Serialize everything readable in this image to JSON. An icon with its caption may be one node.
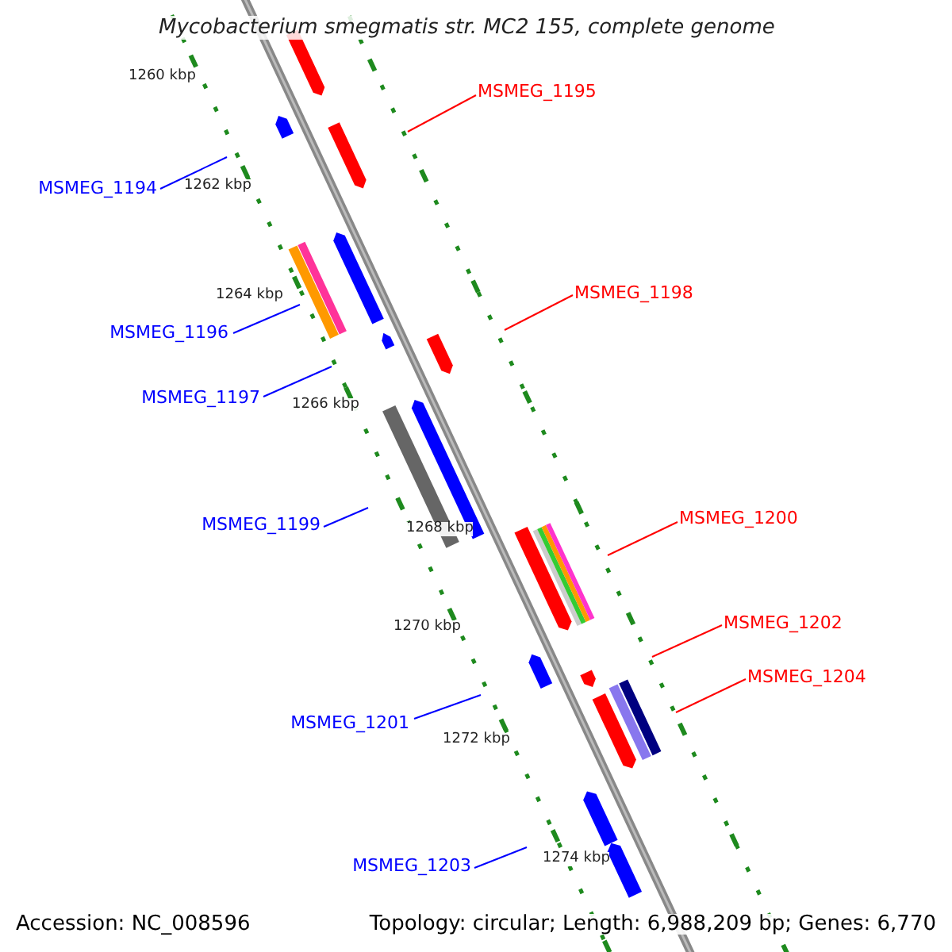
{
  "diagram": {
    "title": "Mycobacterium smegmatis str. MC2 155, complete genome",
    "nodes": [
      {
        "text": [
          "MSMEG_1195"
        ]
      },
      {
        "text": [
          "MSMEG_1194"
        ]
      },
      {
        "text": [
          "MSMEG_1198"
        ]
      },
      {
        "text": [
          "MSMEG_1196"
        ]
      },
      {
        "text": [
          "MSMEG_1197"
        ]
      },
      {
        "text": [
          "MSMEG_1200"
        ]
      },
      {
        "text": [
          "MSMEG_1199"
        ]
      },
      {
        "text": [
          "MSMEG_1202"
        ]
      },
      {
        "text": [
          "MSMEG_1204"
        ]
      },
      {
        "text": [
          "MSMEG_1201"
        ]
      },
      {
        "text": [
          "MSMEG_1203"
        ]
      }
    ],
    "edges": [
      {
        "from": 0,
        "to": null,
        "arrow": "none",
        "color": "#ff0000"
      },
      {
        "from": 1,
        "to": null,
        "arrow": "none",
        "color": "#0000ff"
      },
      {
        "from": 2,
        "to": null,
        "arrow": "none",
        "color": "#ff0000"
      },
      {
        "from": 3,
        "to": null,
        "arrow": "none",
        "color": "#0000ff"
      },
      {
        "from": 4,
        "to": null,
        "arrow": "none",
        "color": "#0000ff"
      },
      {
        "from": 5,
        "to": null,
        "arrow": "none",
        "color": "#ff0000"
      },
      {
        "from": 6,
        "to": null,
        "arrow": "none",
        "color": "#0000ff"
      },
      {
        "from": 7,
        "to": null,
        "arrow": "none",
        "color": "#ff0000"
      },
      {
        "from": 8,
        "to": null,
        "arrow": "none",
        "color": "#ff0000"
      },
      {
        "from": 9,
        "to": null,
        "arrow": "none",
        "color": "#0000ff"
      },
      {
        "from": 10,
        "to": null,
        "arrow": "none",
        "color": "#0000ff"
      }
    ],
    "labels": [
      "1260 kbp",
      "1262 kbp",
      "1264 kbp",
      "1266 kbp",
      "1268 kbp",
      "1270 kbp",
      "1272 kbp",
      "1274 kbp",
      "Accession: NC_008596",
      "Topology: circular; Length: 6,988,209 bp; Genes: 6,770"
    ]
  }
}
